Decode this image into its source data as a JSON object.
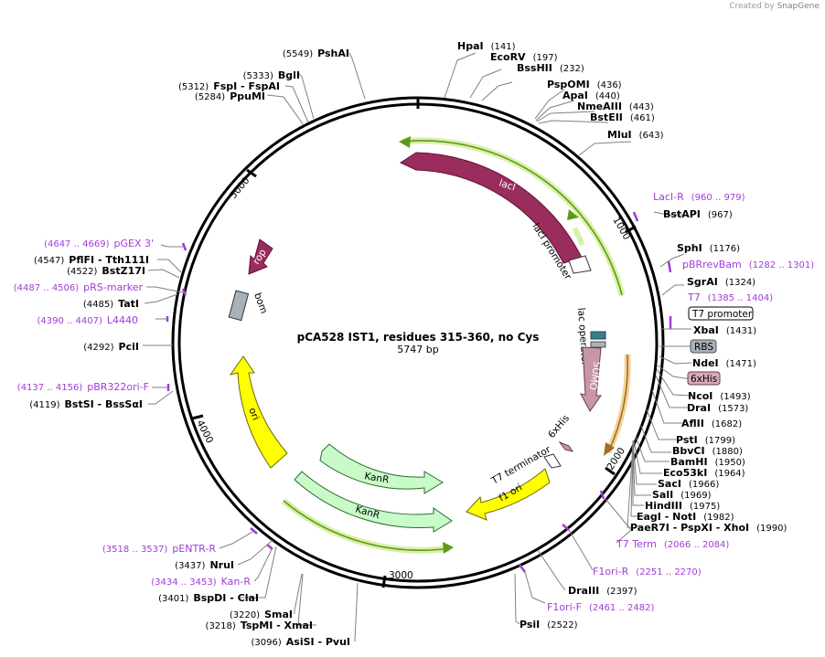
{
  "credit": {
    "prefix": "Created by",
    "brand": "SnapGene"
  },
  "plasmid": {
    "name": "pCA528 IST1, residues 315-360, no Cys",
    "length": "5747 bp"
  },
  "ticks": [
    "1000",
    "2000",
    "3000",
    "4000",
    "5000"
  ],
  "colors": {
    "backbone": "#000000",
    "enzyme": "#000000",
    "primer": "#a03cd6",
    "leader": "#808080",
    "lacI": "#9b2c5e",
    "ori": "#ffff00",
    "kanR": "#c8fbc8",
    "sumo": "#c796aa",
    "rop": "#9b2c5e",
    "bom": "#a8b0b8",
    "orfGlow": "#b6e36b",
    "orfLine": "#5e9a1a",
    "orangeGlow": "#f5c887",
    "orangeLine": "#a07020"
  },
  "features": {
    "lacI": "lacI",
    "lacI_promoter": "lacI promoter",
    "lac_operator": "lac operator",
    "SUMO": "SUMO",
    "sixHis": "6xHis",
    "T7_terminator": "T7 terminator",
    "f1_ori": "f1 ori",
    "KanR_inner": "KanR",
    "KanR_outer": "KanR",
    "ori": "ori",
    "rop": "rop",
    "bom": "bom"
  },
  "label_boxes": {
    "t7_promoter": "T7 promoter",
    "rbs": "RBS",
    "sixHis": "6xHis"
  },
  "right_labels": [
    {
      "id": "hpai",
      "name": "HpaI",
      "pos": "(141)",
      "kind": "enzyme"
    },
    {
      "id": "ecorv",
      "name": "EcoRV",
      "pos": "(197)",
      "kind": "enzyme"
    },
    {
      "id": "bsshii",
      "name": "BssHII",
      "pos": "(232)",
      "kind": "enzyme"
    },
    {
      "id": "pspomi",
      "name": "PspOMI",
      "pos": "(436)",
      "kind": "enzyme"
    },
    {
      "id": "apai",
      "name": "ApaI",
      "pos": "(440)",
      "kind": "enzyme"
    },
    {
      "id": "nmeaiii",
      "name": "NmeAIII",
      "pos": "(443)",
      "kind": "enzyme"
    },
    {
      "id": "bsteii",
      "name": "BstEII",
      "pos": "(461)",
      "kind": "enzyme"
    },
    {
      "id": "mlui",
      "name": "MluI",
      "pos": "(643)",
      "kind": "enzyme"
    },
    {
      "id": "laci_r",
      "name": "LacI-R",
      "pos": "(960 .. 979)",
      "kind": "primer"
    },
    {
      "id": "bstapi",
      "name": "BstAPI",
      "pos": "(967)",
      "kind": "enzyme"
    },
    {
      "id": "sphi",
      "name": "SphI",
      "pos": "(1176)",
      "kind": "enzyme"
    },
    {
      "id": "pbrrevbam",
      "name": "pBRrevBam",
      "pos": "(1282 .. 1301)",
      "kind": "primer"
    },
    {
      "id": "sgrai",
      "name": "SgrAI",
      "pos": "(1324)",
      "kind": "enzyme"
    },
    {
      "id": "t7",
      "name": "T7",
      "pos": "(1385 .. 1404)",
      "kind": "primer"
    },
    {
      "id": "xbai",
      "name": "XbaI",
      "pos": "(1431)",
      "kind": "enzyme"
    },
    {
      "id": "ndei",
      "name": "NdeI",
      "pos": "(1471)",
      "kind": "enzyme"
    },
    {
      "id": "ncoi",
      "name": "NcoI",
      "pos": "(1493)",
      "kind": "enzyme"
    },
    {
      "id": "drai",
      "name": "DraI",
      "pos": "(1573)",
      "kind": "enzyme"
    },
    {
      "id": "afiii",
      "name": "AflII",
      "pos": "(1682)",
      "kind": "enzyme"
    },
    {
      "id": "psti",
      "name": "PstI",
      "pos": "(1799)",
      "kind": "enzyme"
    },
    {
      "id": "bbvci",
      "name": "BbvCI",
      "pos": "(1880)",
      "kind": "enzyme"
    },
    {
      "id": "bamhi",
      "name": "BamHI",
      "pos": "(1950)",
      "kind": "enzyme"
    },
    {
      "id": "eco53ki",
      "name": "Eco53kI",
      "pos": "(1964)",
      "kind": "enzyme"
    },
    {
      "id": "saci",
      "name": "SacI",
      "pos": "(1966)",
      "kind": "enzyme"
    },
    {
      "id": "sali",
      "name": "SalI",
      "pos": "(1969)",
      "kind": "enzyme"
    },
    {
      "id": "hindiii",
      "name": "HindIII",
      "pos": "(1975)",
      "kind": "enzyme"
    },
    {
      "id": "eagi",
      "name": "EagI  - NotI",
      "pos": "(1982)",
      "kind": "enzyme"
    },
    {
      "id": "paer7i",
      "name": "PaeR7I  - PspXI  - XhoI",
      "pos": "(1990)",
      "kind": "enzyme"
    },
    {
      "id": "t7term",
      "name": "T7 Term",
      "pos": "(2066 .. 2084)",
      "kind": "primer"
    },
    {
      "id": "f1ori_r",
      "name": "F1ori-R",
      "pos": "(2251 .. 2270)",
      "kind": "primer"
    },
    {
      "id": "draiii",
      "name": "DraIII",
      "pos": "(2397)",
      "kind": "enzyme"
    },
    {
      "id": "f1ori_f",
      "name": "F1ori-F",
      "pos": "(2461 .. 2482)",
      "kind": "primer"
    },
    {
      "id": "psii",
      "name": "PsiI",
      "pos": "(2522)",
      "kind": "enzyme"
    }
  ],
  "left_labels": [
    {
      "id": "pshai",
      "name": "PshAI",
      "pos": "(5549)",
      "kind": "enzyme"
    },
    {
      "id": "bgli",
      "name": "BglI",
      "pos": "(5333)",
      "kind": "enzyme"
    },
    {
      "id": "fspi",
      "name": "FspI  - FspAI",
      "pos": "(5312)",
      "kind": "enzyme"
    },
    {
      "id": "ppumi",
      "name": "PpuMI",
      "pos": "(5284)",
      "kind": "enzyme"
    },
    {
      "id": "pgex3",
      "name": "pGEX 3'",
      "pos": "(4647 .. 4669)",
      "kind": "primer"
    },
    {
      "id": "pfifi",
      "name": "PflFI  - Tth111I",
      "pos": "(4547)",
      "kind": "enzyme"
    },
    {
      "id": "bstz17i",
      "name": "BstZ17I",
      "pos": "(4522)",
      "kind": "enzyme"
    },
    {
      "id": "prs",
      "name": "pRS-marker",
      "pos": "(4487 .. 4506)",
      "kind": "primer"
    },
    {
      "id": "tati",
      "name": "TatI",
      "pos": "(4485)",
      "kind": "enzyme"
    },
    {
      "id": "l4440",
      "name": "L4440",
      "pos": "(4390 .. 4407)",
      "kind": "primer"
    },
    {
      "id": "pcii",
      "name": "PciI",
      "pos": "(4292)",
      "kind": "enzyme"
    },
    {
      "id": "pbr322",
      "name": "pBR322ori-F",
      "pos": "(4137 .. 4156)",
      "kind": "primer"
    },
    {
      "id": "bstsi",
      "name": "BstSI  - BssSαI",
      "pos": "(4119)",
      "kind": "enzyme"
    },
    {
      "id": "pentr",
      "name": "pENTR-R",
      "pos": "(3518 .. 3537)",
      "kind": "primer"
    },
    {
      "id": "nrui",
      "name": "NruI",
      "pos": "(3437)",
      "kind": "enzyme"
    },
    {
      "id": "kanr_p",
      "name": "Kan-R",
      "pos": "(3434 .. 3453)",
      "kind": "primer"
    },
    {
      "id": "bspdi",
      "name": "BspDI  - ClaI",
      "pos": "(3401)",
      "kind": "enzyme"
    },
    {
      "id": "smai",
      "name": "SmaI",
      "pos": "(3220)",
      "kind": "enzyme"
    },
    {
      "id": "tspmi",
      "name": "TspMI  - XmaI",
      "pos": "(3218)",
      "kind": "enzyme"
    },
    {
      "id": "asisi",
      "name": "AsiSI  - PvuI",
      "pos": "(3096)",
      "kind": "enzyme"
    }
  ]
}
